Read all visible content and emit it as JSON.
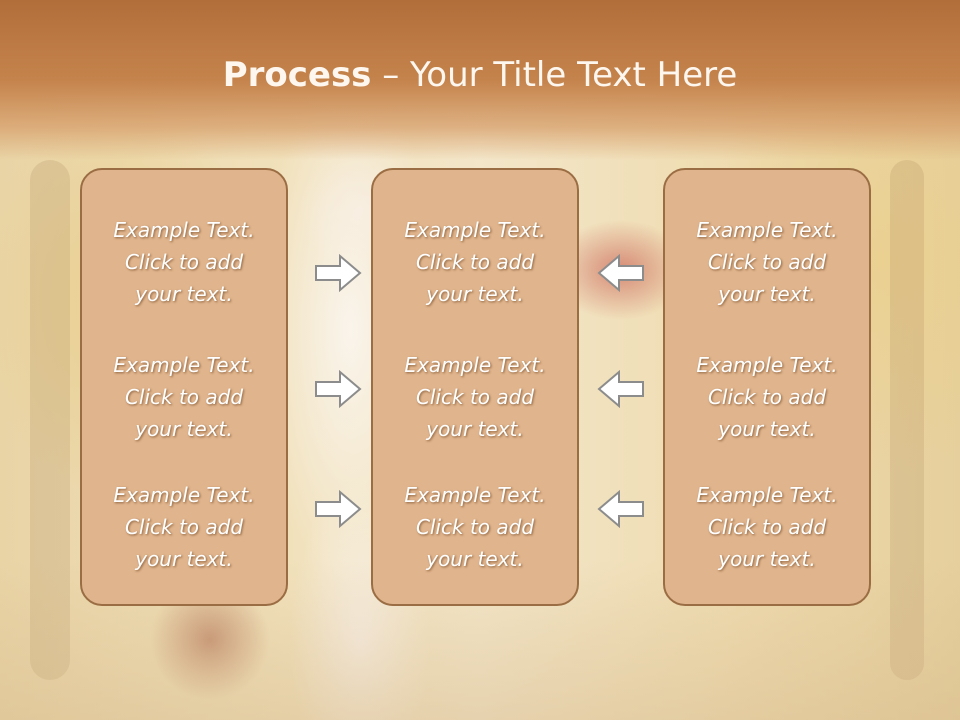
{
  "slide": {
    "title_bold": "Process",
    "title_rest": " – Your Title Text Here"
  },
  "panels": [
    {
      "blocks": [
        {
          "line1": "Example Text.",
          "line2": "Click  to add",
          "line3": "your text."
        },
        {
          "line1": "Example Text.",
          "line2": "Click  to add",
          "line3": "your text."
        },
        {
          "line1": "Example Text.",
          "line2": "Click  to add",
          "line3": "your text."
        }
      ]
    },
    {
      "blocks": [
        {
          "line1": "Example Text.",
          "line2": "Click  to add",
          "line3": "your text."
        },
        {
          "line1": "Example Text.",
          "line2": "Click  to add",
          "line3": "your text."
        },
        {
          "line1": "Example Text.",
          "line2": "Click  to add",
          "line3": "your text."
        }
      ]
    },
    {
      "blocks": [
        {
          "line1": "Example Text.",
          "line2": "Click  to add",
          "line3": "your text."
        },
        {
          "line1": "Example Text.",
          "line2": "Click  to add",
          "line3": "your text."
        },
        {
          "line1": "Example Text.",
          "line2": "Click  to add",
          "line3": "your text."
        }
      ]
    }
  ],
  "arrows": {
    "left_column": [
      "arrow-right-icon",
      "arrow-right-icon",
      "arrow-right-icon"
    ],
    "right_column": [
      "arrow-left-icon",
      "arrow-left-icon",
      "arrow-left-icon"
    ]
  },
  "colors": {
    "title_band": "#c5834c",
    "panel_fill": "#e0b48c",
    "panel_border": "#9b6d44",
    "text": "#ffffff"
  }
}
